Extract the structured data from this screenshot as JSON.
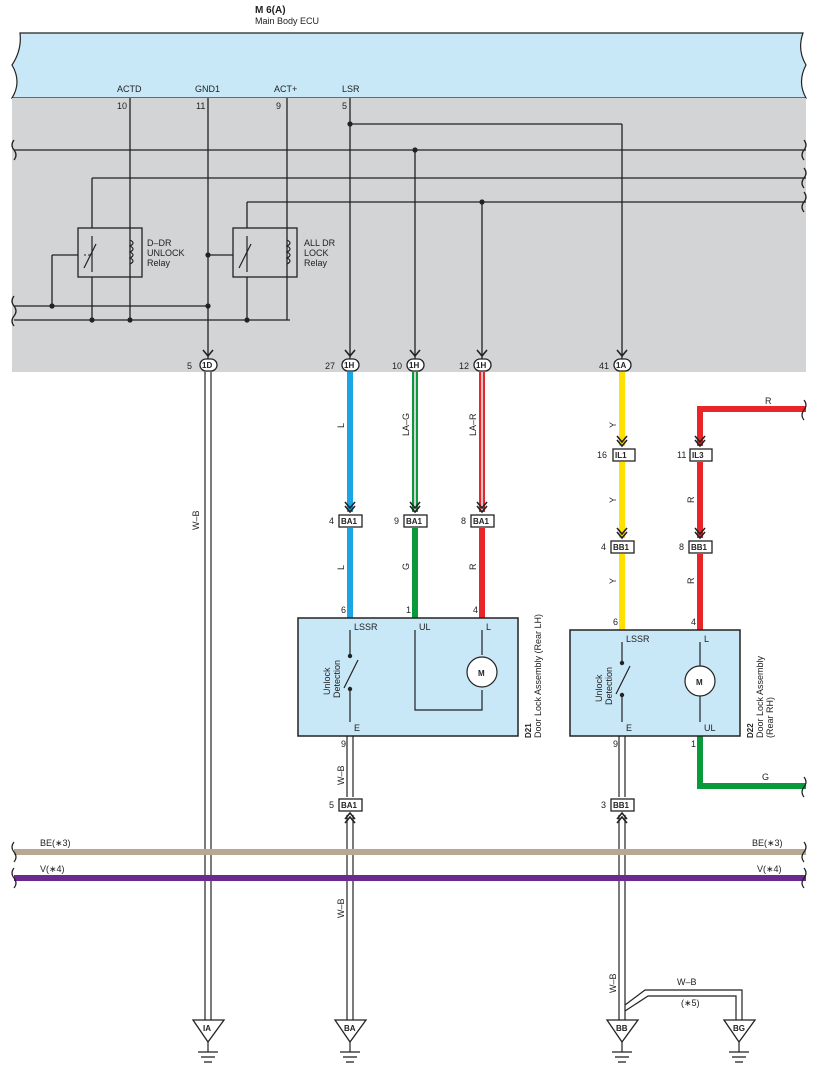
{
  "ecu": {
    "code": "M 6(A)",
    "name": "Main Body ECU",
    "terminals": [
      {
        "name": "ACTD",
        "pin": "10"
      },
      {
        "name": "GND1",
        "pin": "11"
      },
      {
        "name": "ACT+",
        "pin": "9"
      },
      {
        "name": "LSR",
        "pin": "5"
      }
    ],
    "relays": [
      {
        "lines": [
          "D–DR",
          "UNLOCK",
          "Relay"
        ]
      },
      {
        "lines": [
          "ALL DR",
          "LOCK",
          "Relay"
        ]
      }
    ]
  },
  "connectors": {
    "ecu_1D": {
      "pin": "5",
      "name": "1D"
    },
    "ecu_1H_a": {
      "pin": "27",
      "name": "1H"
    },
    "ecu_1H_b": {
      "pin": "10",
      "name": "1H"
    },
    "ecu_1H_c": {
      "pin": "12",
      "name": "1H"
    },
    "ecu_1A": {
      "pin": "41",
      "name": "1A"
    },
    "il1": {
      "pin": "16",
      "name": "IL1"
    },
    "il3": {
      "pin": "11",
      "name": "IL3"
    },
    "ba1_a": {
      "pin": "4",
      "name": "BA1"
    },
    "ba1_b": {
      "pin": "9",
      "name": "BA1"
    },
    "ba1_c": {
      "pin": "8",
      "name": "BA1"
    },
    "bb1_a": {
      "pin": "4",
      "name": "BB1"
    },
    "bb1_b": {
      "pin": "8",
      "name": "BB1"
    },
    "ba1_gnd": {
      "pin": "5",
      "name": "BA1"
    },
    "bb1_gnd": {
      "pin": "3",
      "name": "BB1"
    }
  },
  "wires": {
    "w_gnd": "W–B",
    "w_l1": "L",
    "w_l2": "L",
    "w_lag": "LA–G",
    "w_g": "G",
    "w_lar": "LA–R",
    "w_r1": "R",
    "w_y1": "Y",
    "w_y2": "Y",
    "w_y3": "Y",
    "w_r2": "R",
    "w_r3": "R",
    "w_r_top": "R",
    "w_g_rh": "G",
    "w_wb_d21": "W–B",
    "w_wb_d21b": "W–B",
    "w_wb_d22": "W–B",
    "w_wb_bg": "W–B",
    "w_note5": "(∗5)"
  },
  "buses": {
    "be_left": "BE(∗3)",
    "be_right": "BE(∗3)",
    "v_left": "V(∗4)",
    "v_right": "V(∗4)"
  },
  "d21": {
    "code": "D21",
    "name": "Door Lock Assembly (Rear LH)",
    "pins": [
      {
        "num": "6",
        "term": "LSSR"
      },
      {
        "num": "1",
        "term": "UL"
      },
      {
        "num": "4",
        "term": "L"
      }
    ],
    "ground_pin": "9",
    "ground_term": "E",
    "switch_label": [
      "Unlock",
      "Detection"
    ],
    "motor": "M"
  },
  "d22": {
    "code": "D22",
    "name_lines": [
      "Door Lock Assembly",
      "(Rear RH)"
    ],
    "pins": [
      {
        "num": "6",
        "term": "LSSR"
      },
      {
        "num": "4",
        "term": "L"
      }
    ],
    "ul_pin": "1",
    "ul_term": "UL",
    "ground_pin": "9",
    "ground_term": "E",
    "switch_label": [
      "Unlock",
      "Detection"
    ],
    "motor": "M"
  },
  "grounds": [
    "IA",
    "BA",
    "BB",
    "BG"
  ],
  "colors": {
    "ecu_fill": "#c8e8f8",
    "grey_area": "#d3d4d5",
    "comp_fill": "#c8e8f8",
    "L": "#1aa6e4",
    "G": "#0a9a3c",
    "R": "#e8262a",
    "Y": "#ffe000",
    "BE": "#b7a793",
    "V": "#6a2a8e",
    "LA_G_stripe": "#9fb3b0",
    "LA_R_stripe": "#c89aa0"
  }
}
